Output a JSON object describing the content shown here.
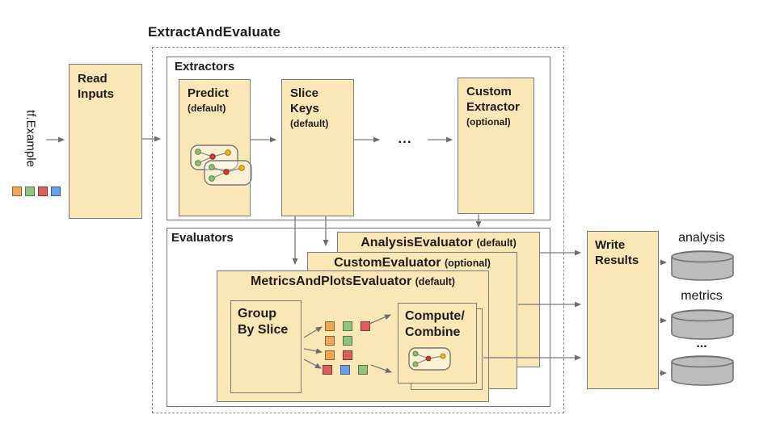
{
  "title": "ExtractAndEvaluate",
  "input": {
    "label": "tf.Example",
    "legend_squares": [
      "orange",
      "green",
      "red",
      "blue"
    ]
  },
  "read_inputs": {
    "lines": [
      "Read",
      "Inputs"
    ]
  },
  "extractors": {
    "title": "Extractors",
    "predict": {
      "lines": [
        "Predict"
      ],
      "qualifier": "(default)"
    },
    "slice_keys": {
      "lines": [
        "Slice",
        "Keys"
      ],
      "qualifier": "(default)"
    },
    "ellipsis": "...",
    "custom_extractor": {
      "lines": [
        "Custom",
        "Extractor"
      ],
      "qualifier": "(optional)"
    }
  },
  "evaluators": {
    "title": "Evaluators",
    "analysis_evaluator": {
      "name": "AnalysisEvaluator",
      "qualifier": "(default)"
    },
    "custom_evaluator": {
      "name": "CustomEvaluator",
      "qualifier": "(optional)"
    },
    "metrics_evaluator": {
      "name": "MetricsAndPlotsEvaluator",
      "qualifier": "(default)"
    },
    "group_by_slice": {
      "lines": [
        "Group",
        "By Slice"
      ]
    },
    "compute_combine": {
      "lines": [
        "Compute/",
        "Combine"
      ]
    },
    "slice_rows": [
      [
        "orange",
        "green",
        "red"
      ],
      [
        "orange",
        "green"
      ],
      [
        "orange",
        "red"
      ],
      [
        "red",
        "blue",
        "green"
      ]
    ]
  },
  "write_results": {
    "lines": [
      "Write",
      "Results"
    ]
  },
  "outputs": [
    {
      "label": "analysis"
    },
    {
      "label": "metrics"
    },
    {
      "label": "..."
    }
  ],
  "palette": {
    "box_fill": "#fbe7b6",
    "box_border": "#7a7a7a",
    "arrow": "#7a7a7a",
    "orange": "#f3a556",
    "green": "#93c47d",
    "red": "#dd5f5b",
    "blue": "#6d9eeb",
    "cylinder_fill": "#bcbcbc",
    "cylinder_stroke": "#6e6e6e"
  }
}
